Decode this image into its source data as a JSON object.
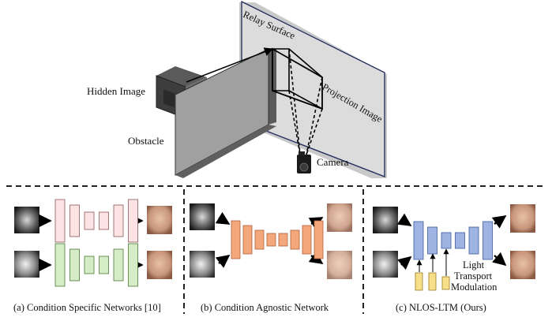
{
  "scene": {
    "relay_surface": "Relay Surface",
    "projection_image": "Projection Image",
    "hidden_image": "Hidden Image",
    "obstacle": "Obstacle",
    "camera": "Camera"
  },
  "panels": {
    "a": {
      "caption": "(a) Condition Specific Networks [10]",
      "color": "#fde3e3",
      "color2": "#d6ecc6"
    },
    "b": {
      "caption": "(b) Condition Agnostic Network",
      "color": "#f4a77b"
    },
    "c": {
      "caption": "(c) NLOS-LTM (Ours)",
      "color": "#9fb4e3",
      "modulator_color": "#f7df8a",
      "label_line1": "Light",
      "label_line2": "Transport",
      "label_line3": "Modulation"
    }
  },
  "colors": {
    "dashed": "#222222",
    "wall": "#dcdcdc",
    "obstacle": "#9a9a9a"
  }
}
